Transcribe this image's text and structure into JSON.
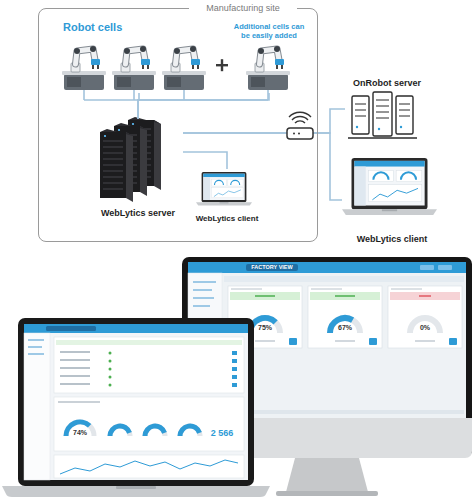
{
  "diagram": {
    "nodes": [
      {
        "text": [
          "Manufacturing site"
        ]
      },
      {
        "text": [
          "Robot cells"
        ],
        "in": 0
      },
      {
        "text": [
          "Additional cells can be easily added"
        ],
        "in": 0
      },
      {
        "text": [
          "WebLytics server"
        ],
        "in": 0
      },
      {
        "text": [
          "WebLytics client"
        ],
        "in": 0
      },
      {
        "text": [
          "OnRobot server"
        ]
      },
      {
        "text": [
          "WebLytics client"
        ]
      }
    ],
    "edges": [
      {
        "from": 1,
        "to": 3,
        "arrow": "none"
      },
      {
        "from": 2,
        "to": 3,
        "arrow": "none"
      },
      {
        "from": 3,
        "to": 4,
        "arrow": "none"
      },
      {
        "from": 3,
        "to": 5,
        "arrow": "none"
      },
      {
        "from": 3,
        "to": 6,
        "arrow": "none"
      }
    ],
    "labels": [
      "FACTORY VIEW",
      "75%",
      "67%",
      "0%",
      "74%",
      "2 566"
    ]
  }
}
